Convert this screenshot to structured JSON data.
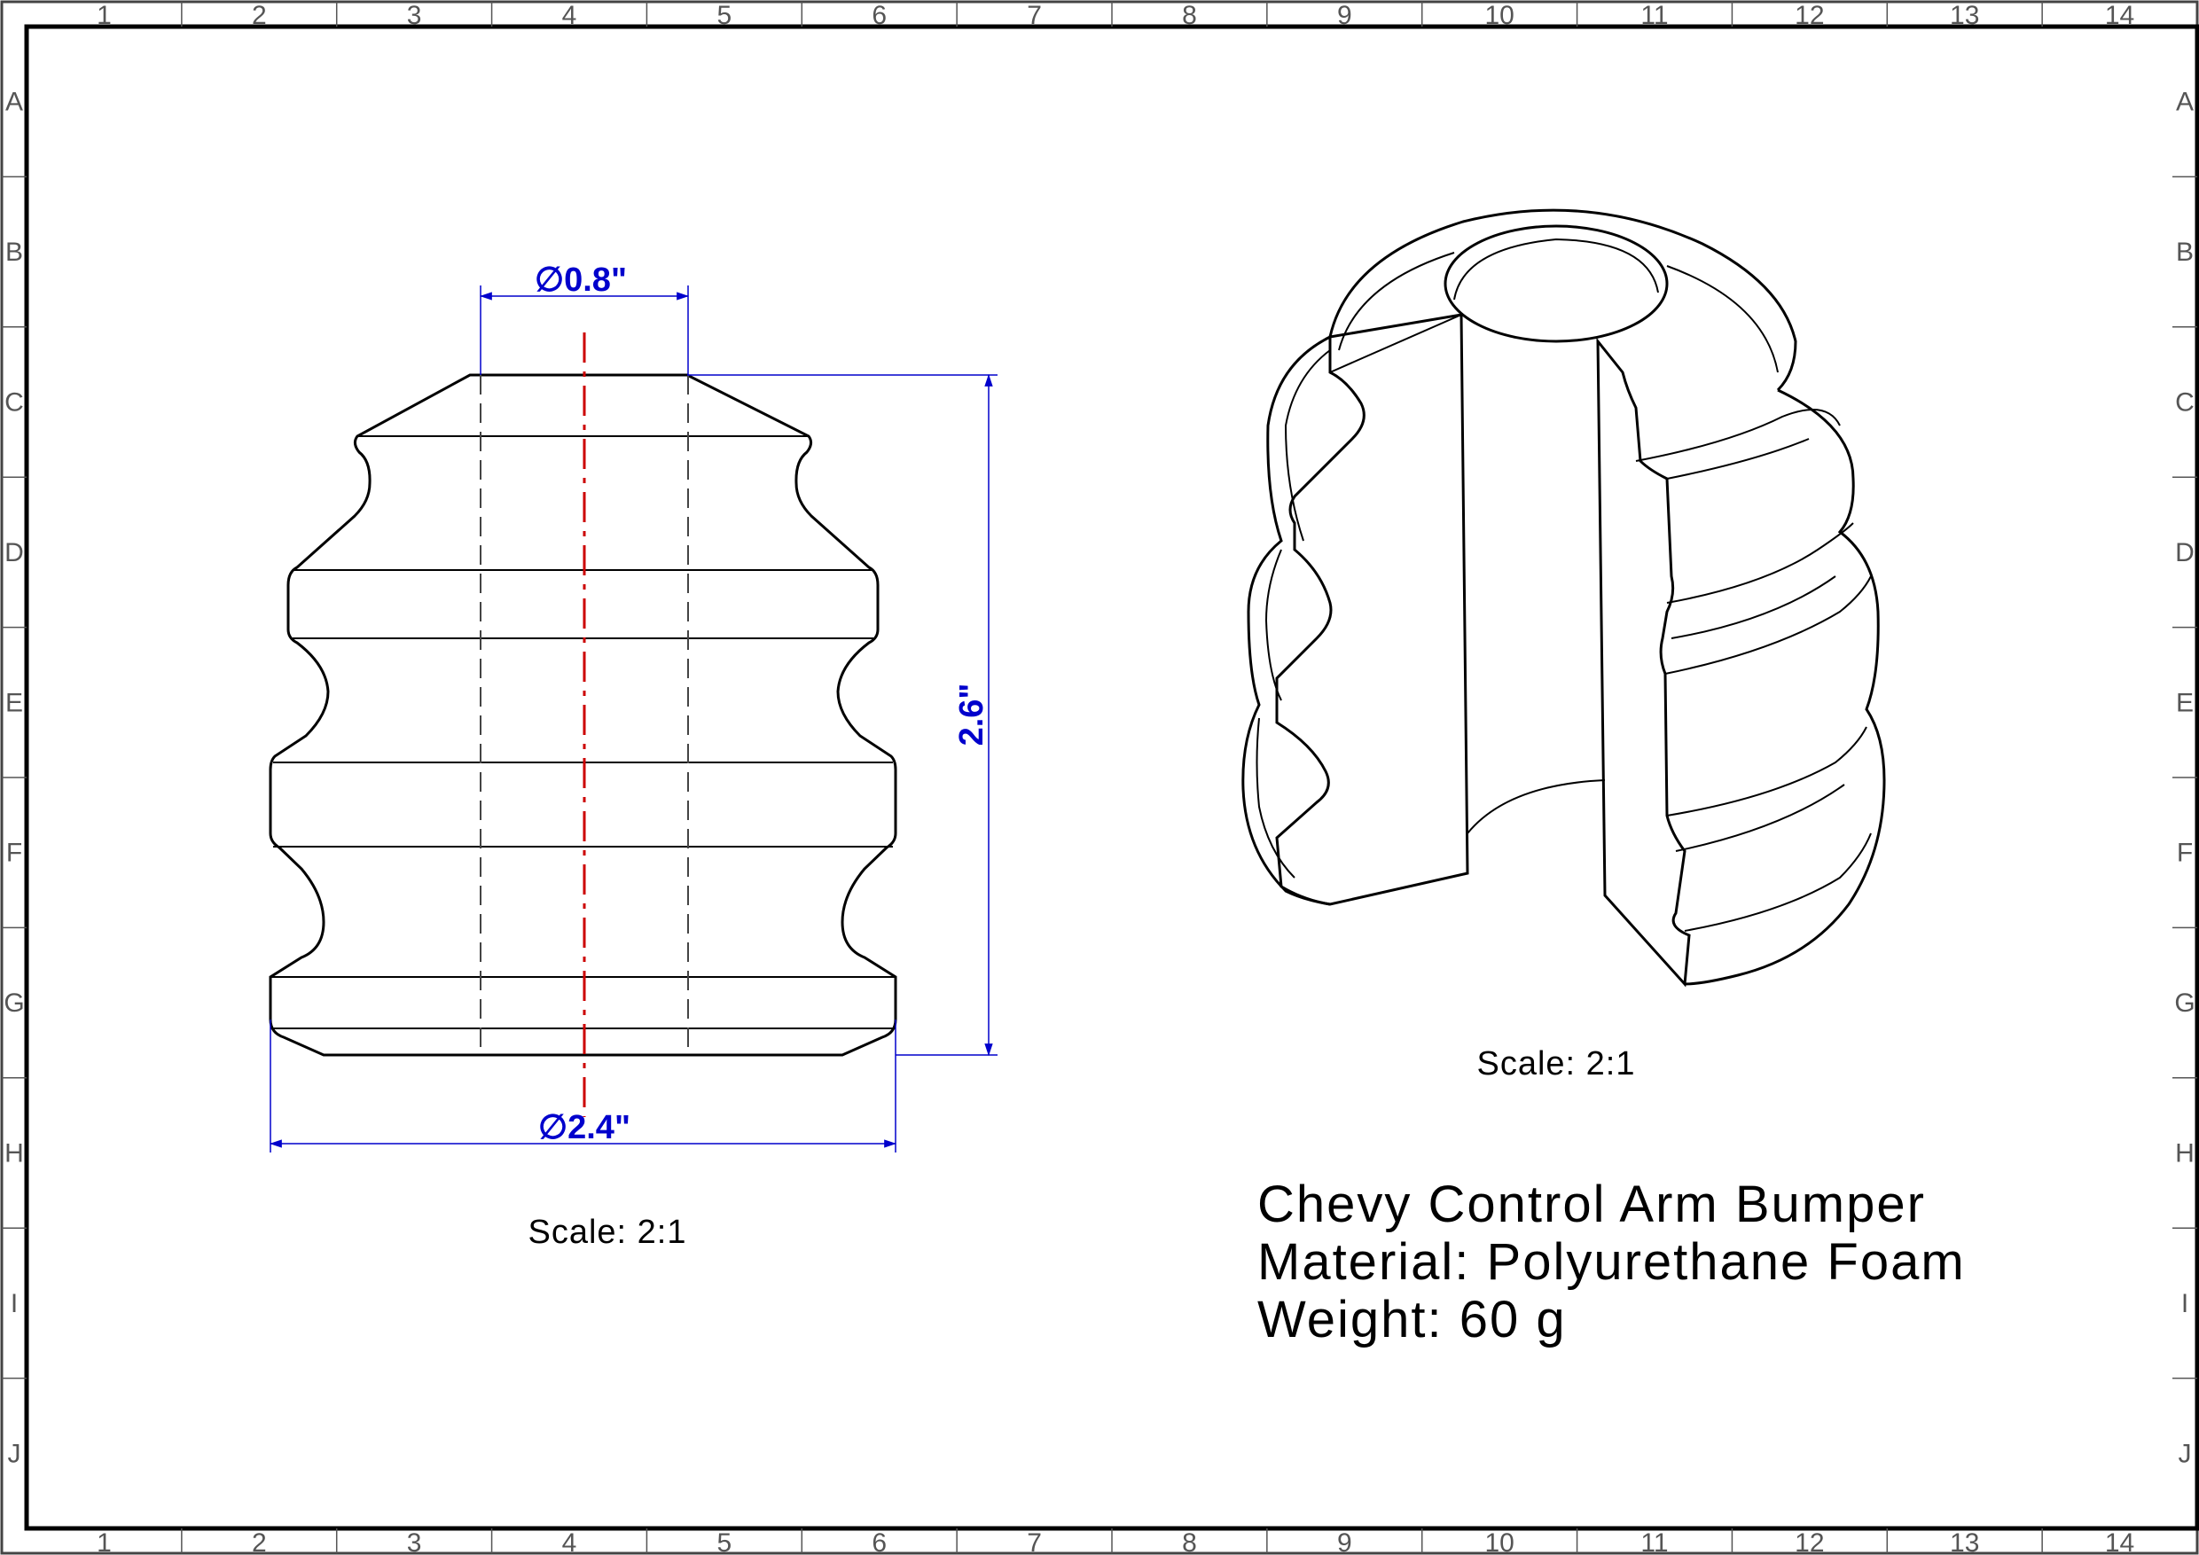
{
  "frame": {
    "columns": [
      "1",
      "2",
      "3",
      "4",
      "5",
      "6",
      "7",
      "8",
      "9",
      "10",
      "11",
      "12",
      "13",
      "14"
    ],
    "rows": [
      "A",
      "B",
      "C",
      "D",
      "E",
      "F",
      "G",
      "H",
      "I",
      "J"
    ]
  },
  "front_view": {
    "top_diameter": "∅0.8\"",
    "height": "2.6\"",
    "bottom_diameter": "∅2.4\"",
    "scale": "Scale:  2:1"
  },
  "iso_view": {
    "scale": "Scale:  2:1"
  },
  "title_block": {
    "part_name": "Chevy Control Arm Bumper",
    "material": "Material: Polyurethane Foam",
    "weight": "Weight: 60 g"
  },
  "colors": {
    "outline": "#000000",
    "dimension": "#0000cc",
    "centerline": "#cc0000",
    "hidden": "#444444",
    "grid": "#555555"
  }
}
